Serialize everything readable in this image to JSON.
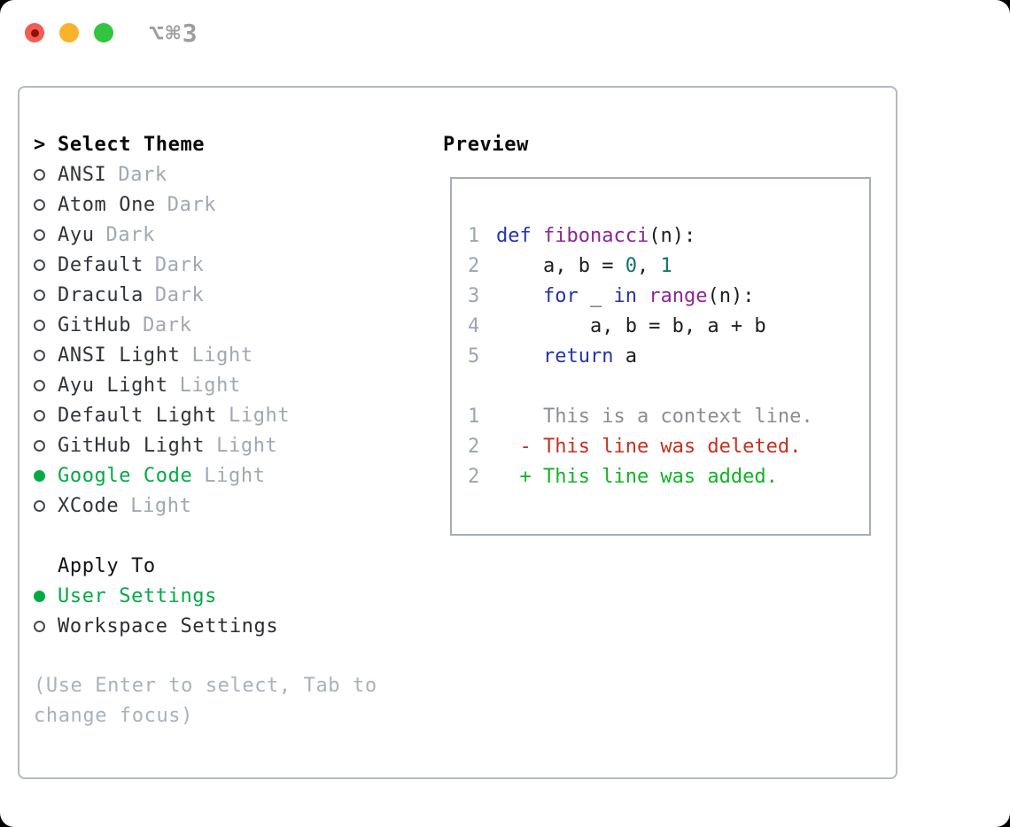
{
  "window": {
    "shortcut_label": "⌥⌘3"
  },
  "colors": {
    "accent_green": "#00ab42",
    "keyword_blue": "#2334ae",
    "function_purple": "#8c2596",
    "literal_teal": "#0e7272",
    "deleted_red": "#ca2f1d",
    "added_green": "#0fb424",
    "traffic_red": "#f25c51",
    "traffic_yellow": "#f9b32b",
    "traffic_green": "#33c53f"
  },
  "theme_selector": {
    "title_prefix": ">",
    "title": "Select Theme",
    "themes": [
      {
        "name": "ANSI",
        "variant": "Dark",
        "selected": false
      },
      {
        "name": "Atom One",
        "variant": "Dark",
        "selected": false
      },
      {
        "name": "Ayu",
        "variant": "Dark",
        "selected": false
      },
      {
        "name": "Default",
        "variant": "Dark",
        "selected": false
      },
      {
        "name": "Dracula",
        "variant": "Dark",
        "selected": false
      },
      {
        "name": "GitHub",
        "variant": "Dark",
        "selected": false
      },
      {
        "name": "ANSI Light",
        "variant": "Light",
        "selected": false
      },
      {
        "name": "Ayu Light",
        "variant": "Light",
        "selected": false
      },
      {
        "name": "Default Light",
        "variant": "Light",
        "selected": false
      },
      {
        "name": "GitHub Light",
        "variant": "Light",
        "selected": false
      },
      {
        "name": "Google Code",
        "variant": "Light",
        "selected": true
      },
      {
        "name": "XCode",
        "variant": "Light",
        "selected": false
      }
    ]
  },
  "apply_to": {
    "label": "Apply To",
    "options": [
      {
        "label": "User Settings",
        "selected": true
      },
      {
        "label": "Workspace Settings",
        "selected": false
      }
    ]
  },
  "hint": "(Use Enter to select, Tab to change focus)",
  "preview": {
    "title": "Preview",
    "code_lines": [
      {
        "num": "1",
        "tokens": [
          {
            "text": "def",
            "type": "keyword"
          },
          {
            "text": " ",
            "type": "plain"
          },
          {
            "text": "fibonacci",
            "type": "function"
          },
          {
            "text": "(n):",
            "type": "plain"
          }
        ]
      },
      {
        "num": "2",
        "tokens": [
          {
            "text": "    a, b = ",
            "type": "plain"
          },
          {
            "text": "0",
            "type": "literal"
          },
          {
            "text": ", ",
            "type": "plain"
          },
          {
            "text": "1",
            "type": "literal"
          }
        ]
      },
      {
        "num": "3",
        "tokens": [
          {
            "text": "    ",
            "type": "plain"
          },
          {
            "text": "for",
            "type": "keyword"
          },
          {
            "text": " _ ",
            "type": "plain"
          },
          {
            "text": "in",
            "type": "keyword"
          },
          {
            "text": " ",
            "type": "plain"
          },
          {
            "text": "range",
            "type": "function"
          },
          {
            "text": "(n):",
            "type": "plain"
          }
        ]
      },
      {
        "num": "4",
        "tokens": [
          {
            "text": "        a, b = b, a + b",
            "type": "plain"
          }
        ]
      },
      {
        "num": "5",
        "tokens": [
          {
            "text": "    ",
            "type": "plain"
          },
          {
            "text": "return",
            "type": "keyword"
          },
          {
            "text": " a",
            "type": "plain"
          }
        ]
      },
      {
        "num": "",
        "tokens": []
      },
      {
        "num": "1",
        "tokens": [
          {
            "text": "    This is a context line.",
            "type": "context"
          }
        ]
      },
      {
        "num": "2",
        "tokens": [
          {
            "text": "  - This line was deleted.",
            "type": "deleted"
          }
        ]
      },
      {
        "num": "2",
        "tokens": [
          {
            "text": "  + This line was added.",
            "type": "added"
          }
        ]
      }
    ]
  }
}
